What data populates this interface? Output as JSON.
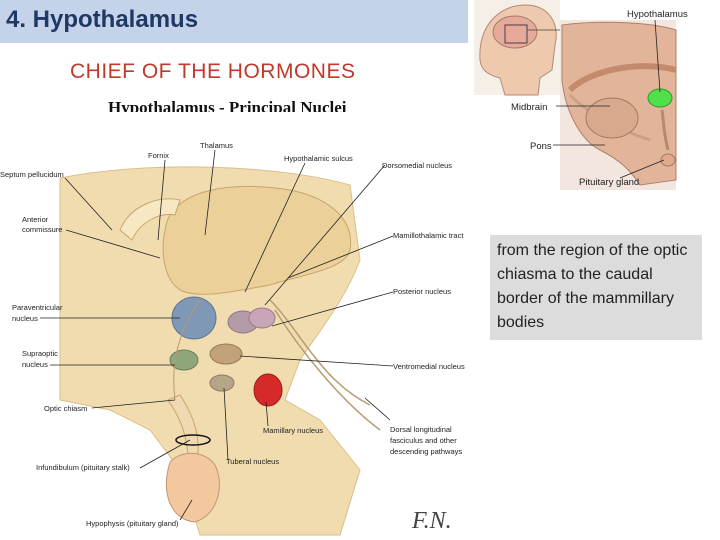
{
  "slide": {
    "title": "4. Hypothalamus",
    "subtitle": "CHIEF OF THE HORMONES",
    "figure_title": "Hypothalamus - Principal Nuclei",
    "description": "from the region of the optic chiasma to the caudal border of the mammillary bodies"
  },
  "left_figure": {
    "labels": {
      "fornix": "Fornix",
      "thalamus": "Thalamus",
      "hypothalamic_sulcus": "Hypothalamic sulcus",
      "dorsomedial_nucleus": "Dorsomedial nucleus",
      "septum_pellucidum": "Septum pellucidum",
      "anterior_commissure_1": "Anterior",
      "anterior_commissure_2": "commissure",
      "mamillothalamic_tract": "Mamillothalamic tract",
      "posterior_nucleus": "Posterior nucleus",
      "paraventricular_1": "Paraventricular",
      "paraventricular_2": "nucleus",
      "supraoptic_1": "Supraoptic",
      "supraoptic_2": "nucleus",
      "ventromedial_nucleus": "Ventromedial nucleus",
      "optic_chiasm": "Optic chiasm",
      "mamillary_nucleus": "Mamillary nucleus",
      "dorsal_longitudinal_1": "Dorsal longitudinal",
      "dorsal_longitudinal_2": "fasciculus and other",
      "dorsal_longitudinal_3": "descending pathways",
      "infundibulum": "Infundibulum (pituitary stalk)",
      "tuberal_nucleus": "Tuberal nucleus",
      "hypophysis": "Hypophysis (pituitary gland)"
    },
    "colors": {
      "tissue": "#f0dcae",
      "paraventricular": "#7e98b5",
      "dorsomedial": "#b59aa8",
      "posterior": "#c8a6b8",
      "supraoptic": "#8fa67a",
      "ventromedial": "#c2a27a",
      "mamillary": "#d62a2a",
      "hypophysis": "#f4c89f"
    }
  },
  "right_figure": {
    "labels": {
      "hypothalamus": "Hypothalamus",
      "midbrain": "Midbrain",
      "pons": "Pons",
      "pituitary_gland": "Pituitary gland"
    },
    "colors": {
      "hypothalamus": "#4fe04a",
      "brain": "#e2b49a"
    }
  }
}
